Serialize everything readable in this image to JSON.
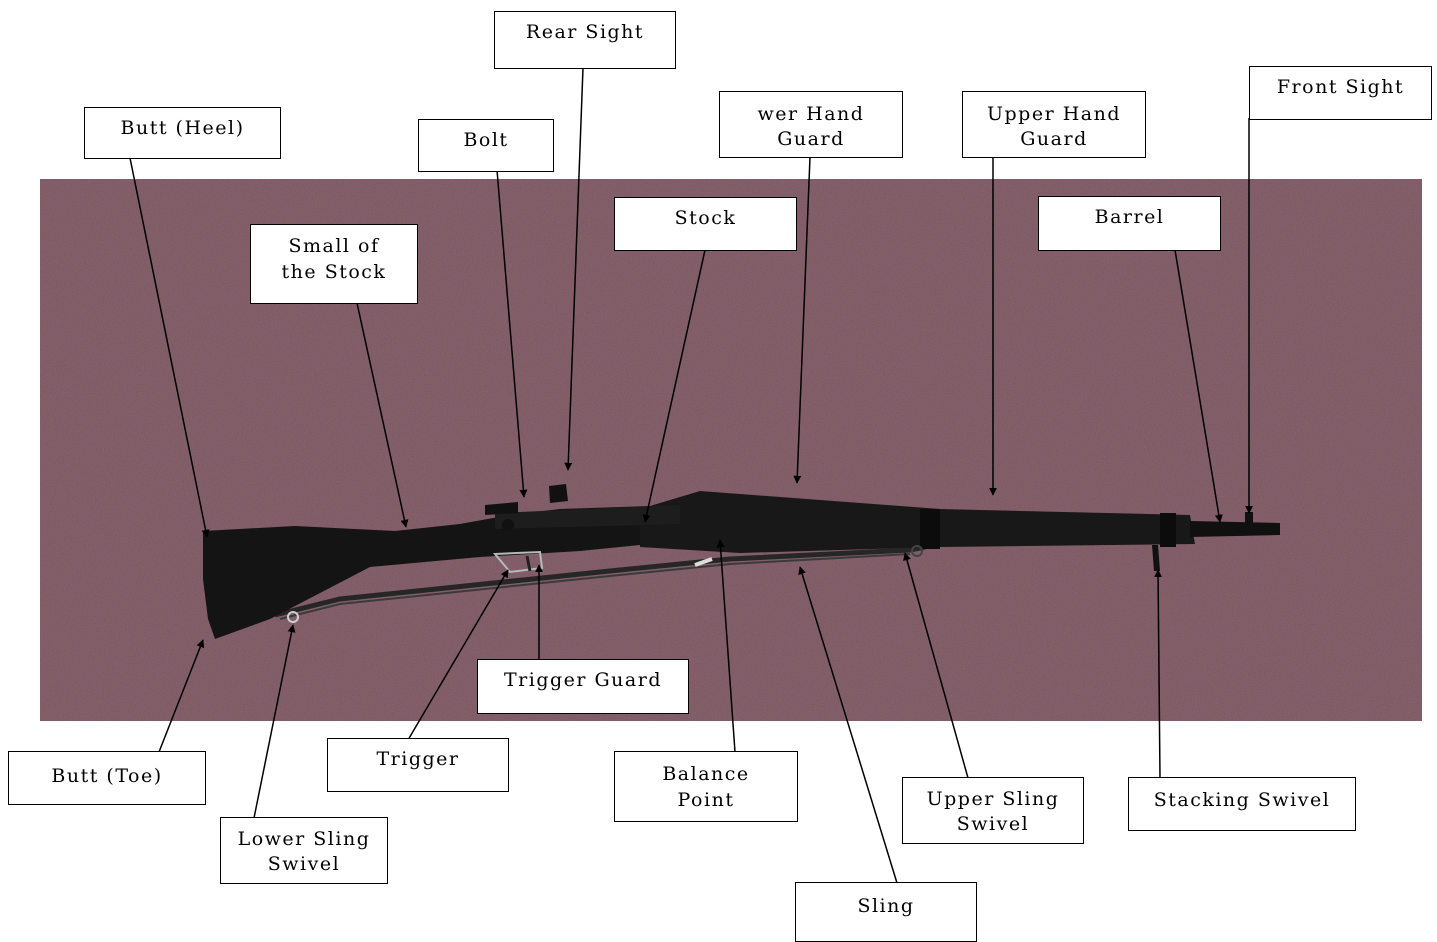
{
  "labels": {
    "rear_sight": "Rear Sight",
    "front_sight": "Front Sight",
    "butt_heel": "Butt  (Heel)",
    "bolt": "Bolt",
    "lower_hand_guard": [
      "wer Hand",
      "Guard"
    ],
    "upper_hand_guard": [
      "Upper Hand",
      "Guard"
    ],
    "stock": "Stock",
    "barrel": "Barrel",
    "small_of_stock": [
      "Small of",
      "the Stock"
    ],
    "trigger_guard": "Trigger Guard",
    "trigger": "Trigger",
    "butt_toe": "Butt  (Toe)",
    "balance_point": [
      "Balance",
      "Point"
    ],
    "upper_sling_swivel": [
      "Upper Sling",
      "Swivel"
    ],
    "stacking_swivel": "Stacking Swivel",
    "lower_sling_swivel": [
      "Lower Sling",
      "Swivel"
    ],
    "sling": "Sling"
  },
  "colors": {
    "background_carpet": "#7a5560",
    "rifle": "#141414",
    "sling_strap": "#2a2a2a",
    "label_border": "#000000"
  }
}
